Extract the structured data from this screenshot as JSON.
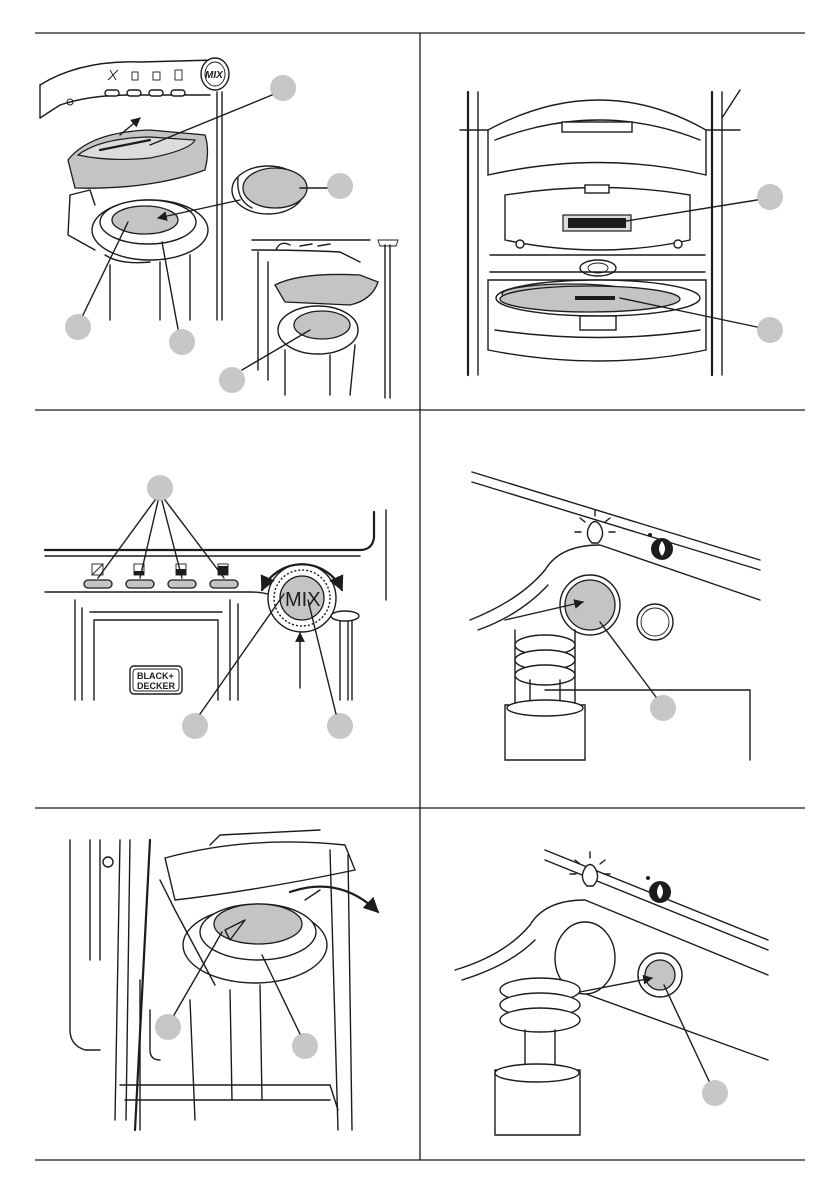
{
  "colors": {
    "line": "#1c1c1c",
    "callout_fill": "#c7c7c7",
    "part_fill": "#c4c4c4",
    "background": "#ffffff"
  },
  "panel_1": {
    "knob_text": "MIX",
    "icons": [
      "tool-off-icon",
      "small-cup-icon",
      "medium-cup-icon",
      "large-cup-icon",
      "descale-icon"
    ]
  },
  "panel_3": {
    "knob_text": "MIX",
    "brand_line_1": "BLACK+",
    "brand_line_2": "DECKER",
    "icons": [
      "tool-off-icon",
      "small-cup-icon",
      "medium-cup-icon",
      "large-cup-icon"
    ]
  },
  "panel_4": {
    "icons": [
      "light-bulb-icon",
      "water-drop-icon"
    ]
  },
  "panel_6": {
    "icons": [
      "light-bulb-icon",
      "water-drop-icon"
    ]
  }
}
